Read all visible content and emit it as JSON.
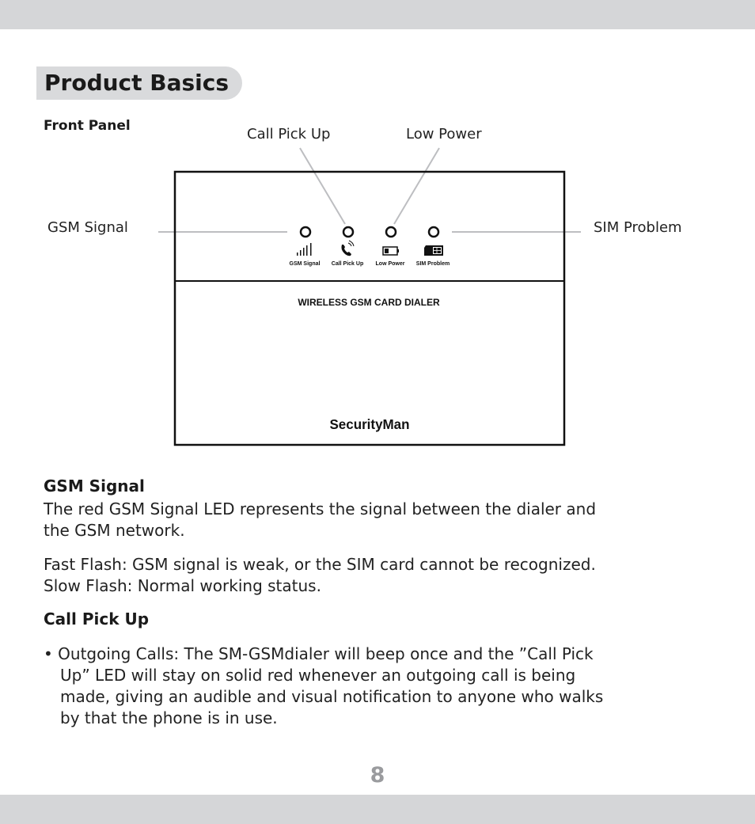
{
  "section_title": "Product Basics",
  "front_panel_label": "Front Panel",
  "callouts": {
    "call_pick_up": "Call Pick Up",
    "low_power": "Low Power",
    "gsm_signal": "GSM Signal",
    "sim_problem": "SIM Problem"
  },
  "panel": {
    "led_labels": [
      "GSM Signal",
      "Call Pick Up",
      "Low Power",
      "SIM Problem"
    ],
    "model_text": "WIRELESS GSM CARD DIALER",
    "brand": "SecurityMan"
  },
  "gsm_signal": {
    "heading": "GSM Signal",
    "para1_lines": [
      "The red GSM Signal LED represents the signal between the dialer and",
      "the GSM network."
    ],
    "para2_lines": [
      "Fast Flash: GSM signal is weak, or the SIM card cannot be recognized.",
      "Slow Flash: Normal working status."
    ]
  },
  "call_pick_up": {
    "heading": "Call Pick Up",
    "bullet_lines": [
      "• Outgoing Calls: The SM-GSMdialer will beep once and the ”Call Pick",
      "Up” LED will stay on solid red whenever an outgoing call is being",
      "made, giving an audible and visual notification to anyone who walks",
      "by that the phone is in use."
    ]
  },
  "page_number": "8"
}
